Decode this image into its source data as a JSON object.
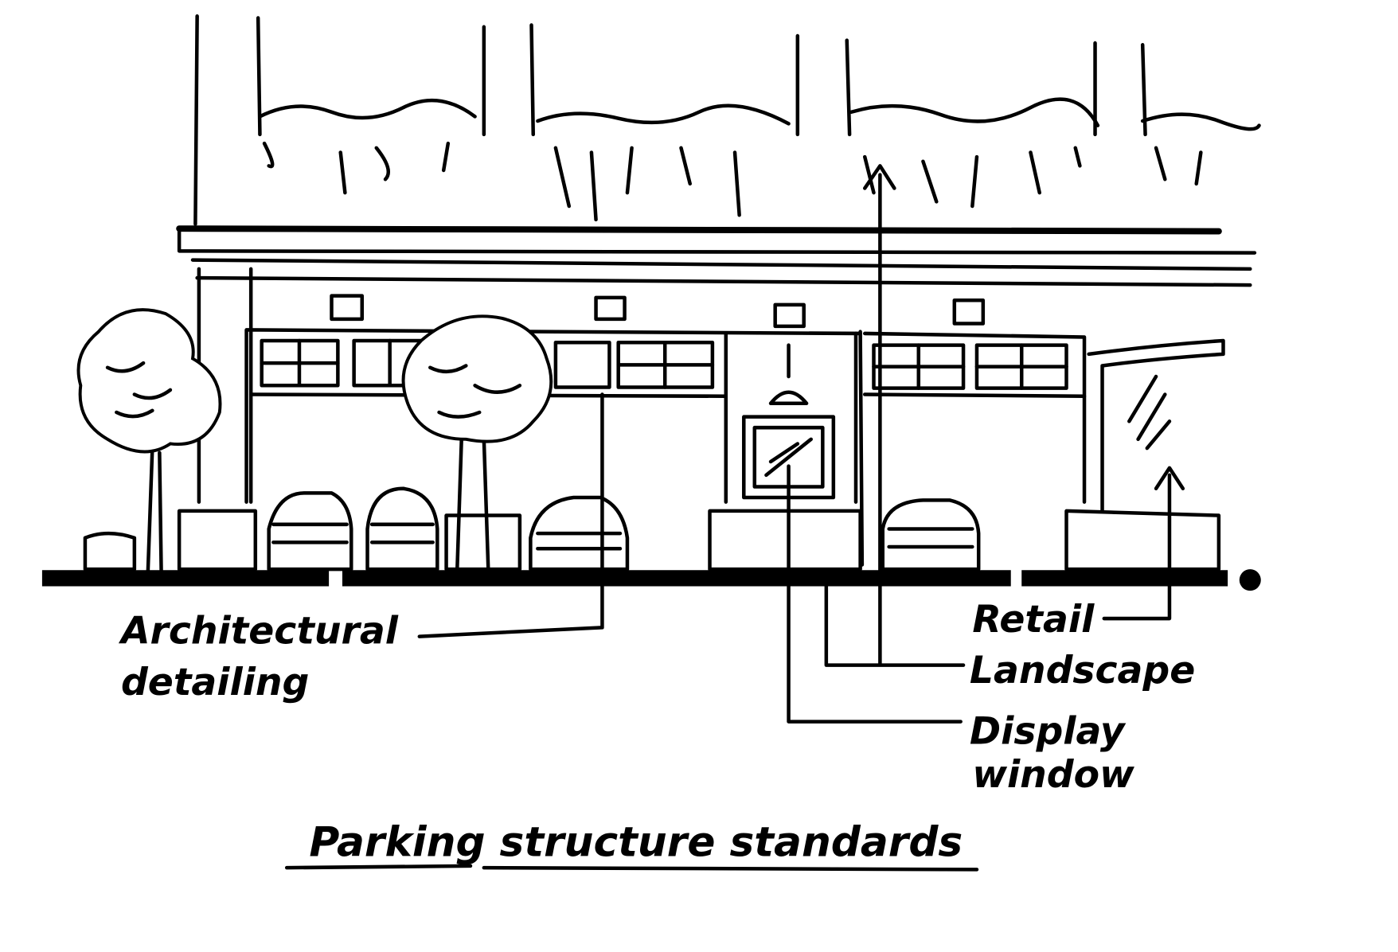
{
  "title": "Parking structure standards",
  "labels": {
    "architectural_line1": "Architectural",
    "architectural_line2": "detailing",
    "retail": "Retail",
    "landscape": "Landscape",
    "display_line1": "Display",
    "display_line2": "window"
  }
}
